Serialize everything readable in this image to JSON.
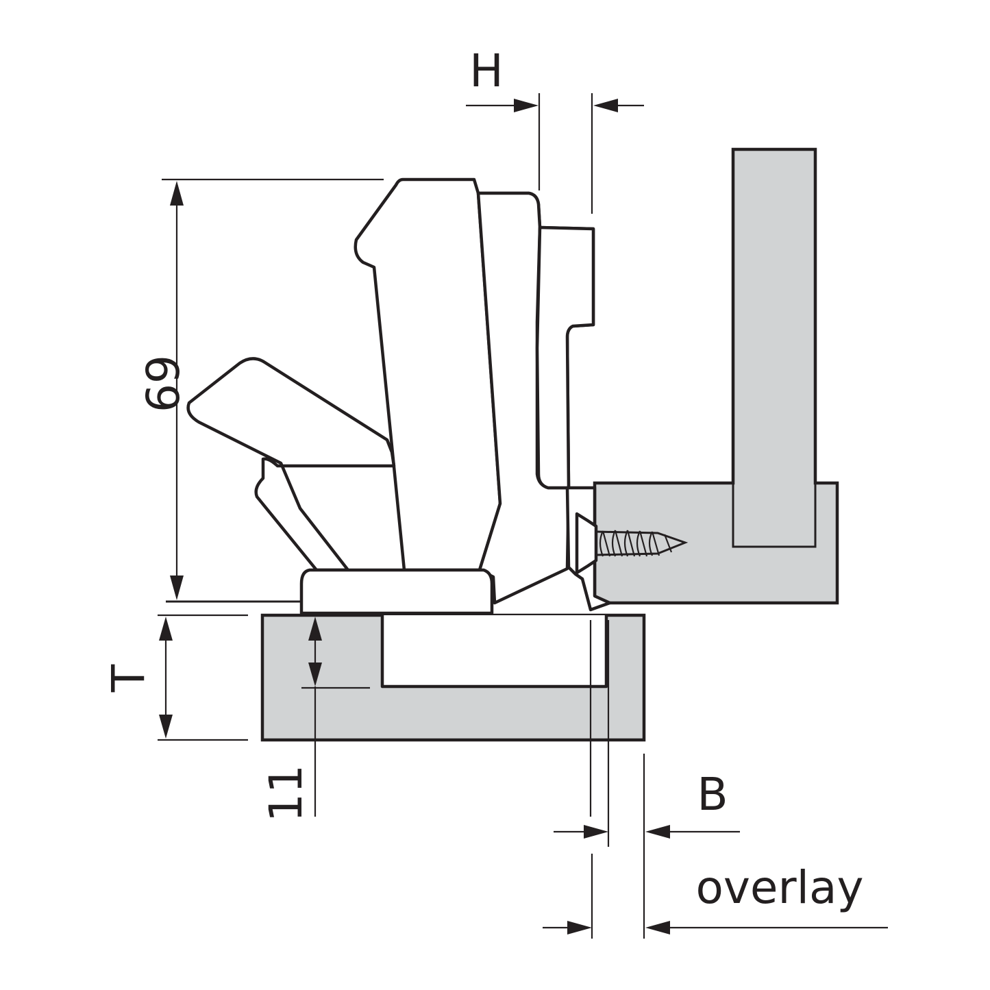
{
  "labels": {
    "h": "H",
    "height": "69",
    "t": "T",
    "depth": "11",
    "b": "B",
    "overlay": "overlay"
  },
  "colors": {
    "line": "#231f20",
    "panel_fill": "#d1d3d4",
    "background": "#ffffff"
  }
}
